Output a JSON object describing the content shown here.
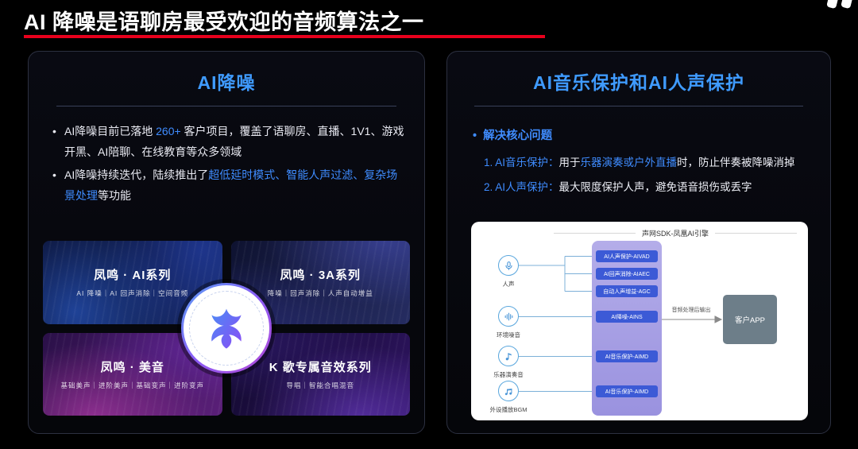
{
  "page": {
    "title": "AI 降噪是语聊房最受欢迎的音频算法之一"
  },
  "colors": {
    "accent_blue": "#3f8cff",
    "panel_title_blue": "#3f9bff",
    "underline_red": "#e8001c",
    "module_pill_blue": "#3c5ad6",
    "engine_lavender": "#a8a0e4",
    "client_box_gray": "#6d7e89"
  },
  "left_panel": {
    "title": "AI降噪",
    "bullet1": {
      "pre": "AI降噪目前已落地 ",
      "highlight": "260+",
      "post": " 客户项目，覆盖了语聊房、直播、1V1、游戏开黑、AI陪聊、在线教育等众多领域"
    },
    "bullet2": {
      "pre": "AI降噪持续迭代，陆续推出了",
      "highlight": "超低延时模式、智能人声过滤、复杂场景处理",
      "post": "等功能"
    },
    "cards": [
      {
        "title": "凤鸣 · AI系列",
        "subtitle": "AI 降噪｜AI 回声消除｜空间音频"
      },
      {
        "title": "凤鸣 · 3A系列",
        "subtitle": "降噪｜回声消除｜人声自动增益"
      },
      {
        "title": "凤鸣 · 美音",
        "subtitle": "基础美声｜进阶美声｜基础变声｜进阶变声"
      },
      {
        "title": "K 歌专属音效系列",
        "subtitle": "导唱｜智能合唱混音"
      }
    ]
  },
  "right_panel": {
    "title": "AI音乐保护和AI人声保护",
    "section_heading": "解决核心问题",
    "point1": {
      "label": "1. AI音乐保护：",
      "pre": "用于",
      "highlight": "乐器演奏或户外直播",
      "post": "时，防止伴奏被降噪消掉"
    },
    "point2": {
      "label": "2. AI人声保护：",
      "text": "最大限度保护人声，避免语音损伤或丢字"
    },
    "diagram": {
      "title": "声网SDK-凤凰AI引擎",
      "sources": [
        {
          "label": "人声"
        },
        {
          "label": "环境噪音"
        },
        {
          "label": "乐器演奏音"
        },
        {
          "label": "外设播放BGM"
        }
      ],
      "modules": [
        "AI人声保护-AIVAD",
        "AI回声消除-AIAEC",
        "自动人声增益-AGC",
        "AI降噪-AINS",
        "AI音乐保护-AIMD",
        "AI音乐保护-AIMD"
      ],
      "output_label": "音频处理后输出",
      "client": "客户APP"
    }
  }
}
